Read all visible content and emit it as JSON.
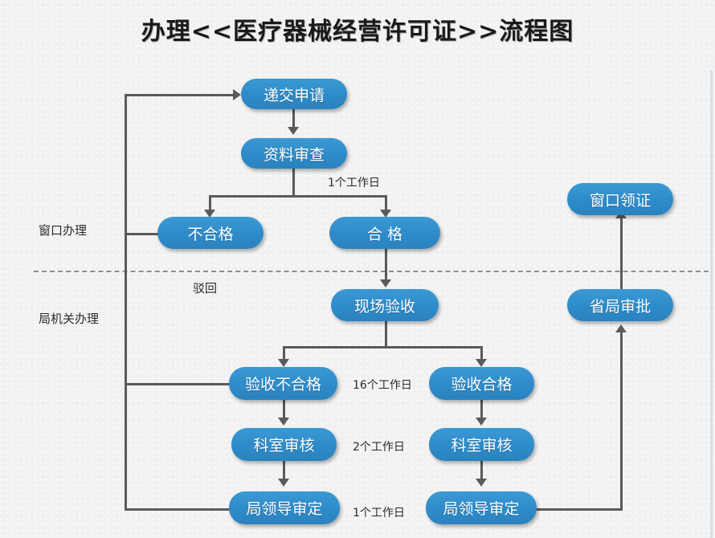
{
  "page": {
    "title": "办理<<医疗器械经营许可证>>流程图",
    "background_color": "#f2f2f2",
    "node_color": "#2e8bc9",
    "connector_color": "#5a5a5a",
    "node_text_color": "#ffffff"
  },
  "swimlanes": [
    {
      "id": "window",
      "label": "窗口办理"
    },
    {
      "id": "bureau",
      "label": "局机关办理"
    }
  ],
  "nodes": [
    {
      "id": "submit",
      "label": "递交申请"
    },
    {
      "id": "doc-review",
      "label": "资料审查"
    },
    {
      "id": "unqualified",
      "label": "不合格"
    },
    {
      "id": "qualified",
      "label": "合 格"
    },
    {
      "id": "onsite",
      "label": "现场验收"
    },
    {
      "id": "inspect-fail",
      "label": "验收不合格"
    },
    {
      "id": "inspect-pass",
      "label": "验收合格"
    },
    {
      "id": "dept-review-left",
      "label": "科室审核"
    },
    {
      "id": "dept-review-right",
      "label": "科室审核"
    },
    {
      "id": "leader-left",
      "label": "局领导审定"
    },
    {
      "id": "leader-right",
      "label": "局领导审定"
    },
    {
      "id": "province",
      "label": "省局审批"
    },
    {
      "id": "collect",
      "label": "窗口领证"
    }
  ],
  "edge_labels": [
    {
      "id": "day1-top",
      "label": "1个工作日"
    },
    {
      "id": "reject",
      "label": "驳回"
    },
    {
      "id": "day16",
      "label": "16个工作日"
    },
    {
      "id": "day2",
      "label": "2个工作日"
    },
    {
      "id": "day1-bottom",
      "label": "1个工作日"
    }
  ],
  "flow": {
    "type": "flowchart",
    "edges": [
      {
        "from": "submit",
        "to": "doc-review",
        "label": ""
      },
      {
        "from": "doc-review",
        "to": "unqualified",
        "label": "1个工作日"
      },
      {
        "from": "doc-review",
        "to": "qualified",
        "label": "1个工作日"
      },
      {
        "from": "unqualified",
        "to": "submit",
        "label": "驳回"
      },
      {
        "from": "qualified",
        "to": "onsite",
        "label": ""
      },
      {
        "from": "onsite",
        "to": "inspect-fail",
        "label": "16个工作日"
      },
      {
        "from": "onsite",
        "to": "inspect-pass",
        "label": "16个工作日"
      },
      {
        "from": "inspect-fail",
        "to": "dept-review-left",
        "label": "2个工作日"
      },
      {
        "from": "inspect-pass",
        "to": "dept-review-right",
        "label": "2个工作日"
      },
      {
        "from": "dept-review-left",
        "to": "leader-left",
        "label": "1个工作日"
      },
      {
        "from": "dept-review-right",
        "to": "leader-right",
        "label": "1个工作日"
      },
      {
        "from": "leader-left",
        "to": "submit",
        "label": "驳回"
      },
      {
        "from": "leader-right",
        "to": "province",
        "label": ""
      },
      {
        "from": "province",
        "to": "collect",
        "label": ""
      }
    ]
  }
}
